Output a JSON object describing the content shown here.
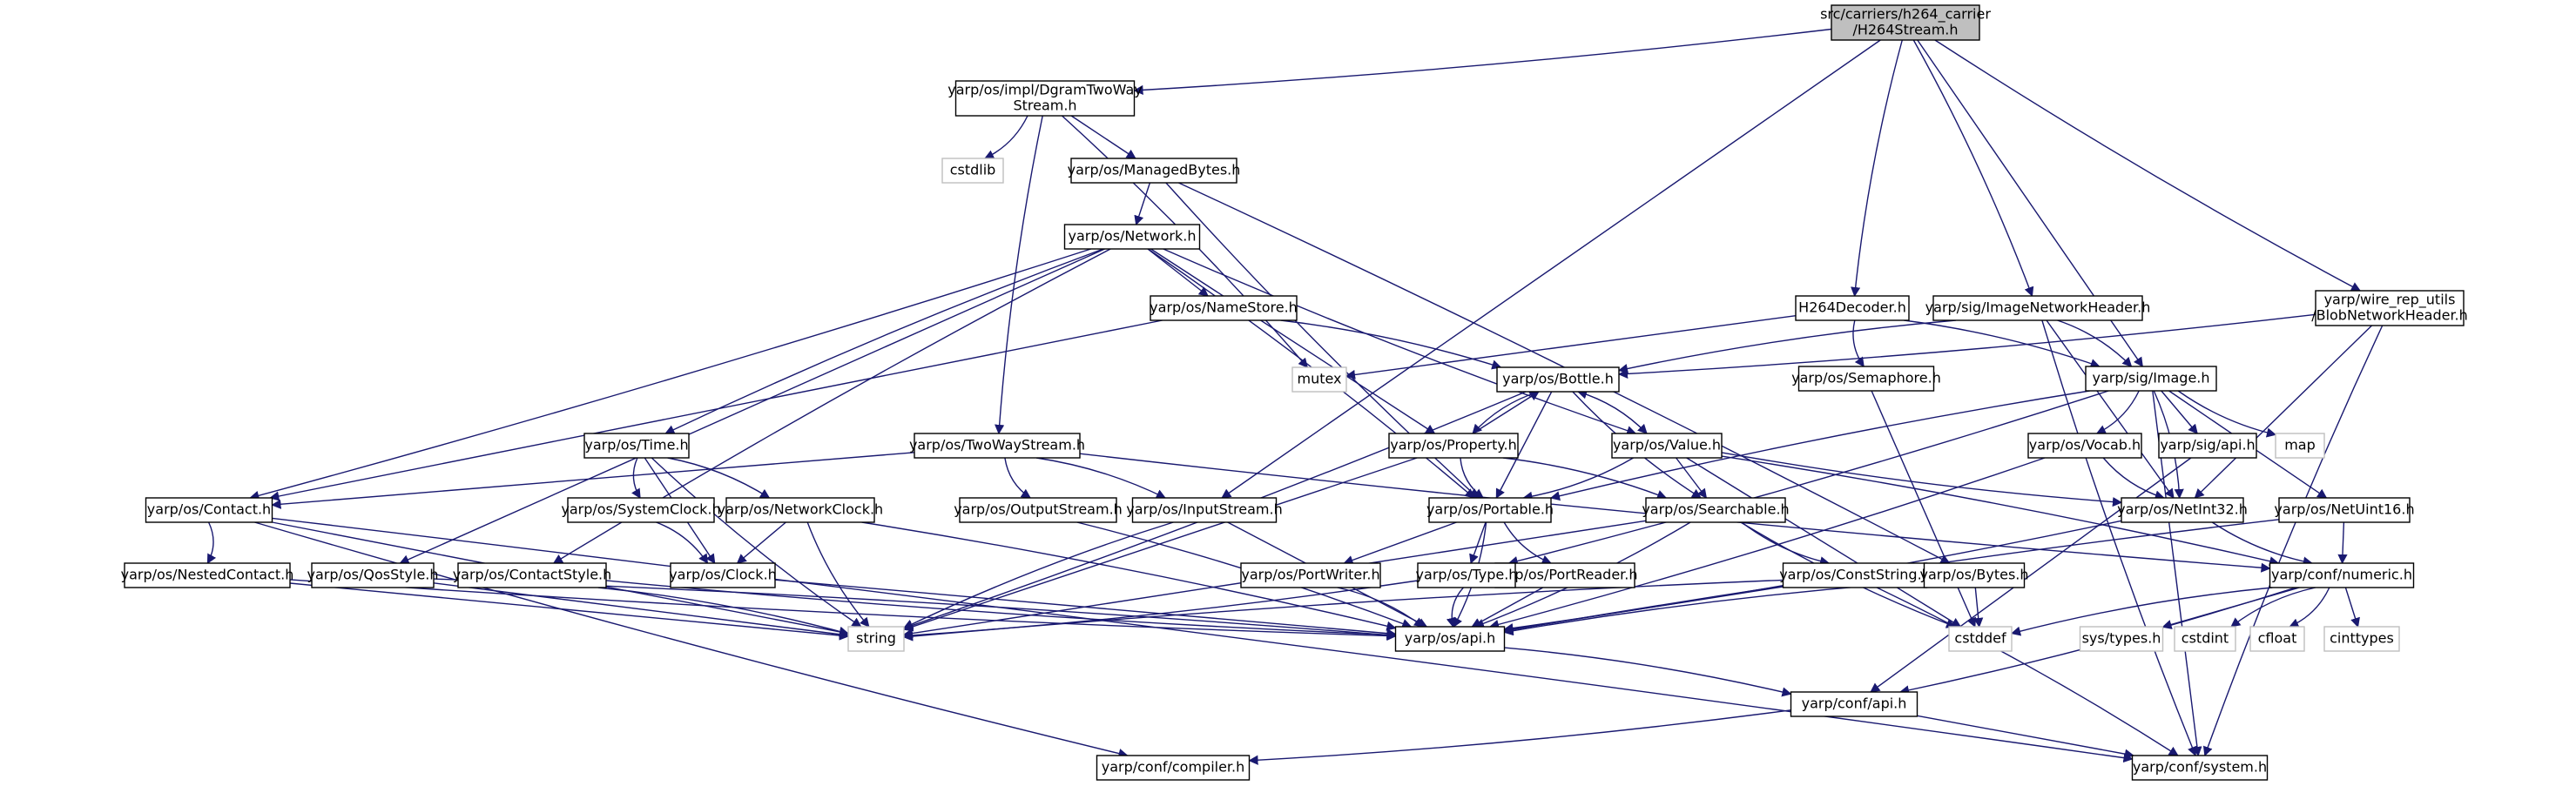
{
  "diagram": {
    "nodes": [
      {
        "id": "root",
        "lines": [
          "src/carriers/h264_carrier",
          "/H264Stream.h"
        ],
        "style": "root"
      },
      {
        "id": "dgram",
        "lines": [
          "yarp/os/impl/DgramTwoWay",
          "Stream.h"
        ],
        "style": "normal"
      },
      {
        "id": "cstdlib",
        "lines": [
          "cstdlib"
        ],
        "style": "external"
      },
      {
        "id": "managedbytes",
        "lines": [
          "yarp/os/ManagedBytes.h"
        ],
        "style": "normal"
      },
      {
        "id": "network",
        "lines": [
          "yarp/os/Network.h"
        ],
        "style": "normal"
      },
      {
        "id": "namestore",
        "lines": [
          "yarp/os/NameStore.h"
        ],
        "style": "normal"
      },
      {
        "id": "mutex",
        "lines": [
          "mutex"
        ],
        "style": "external"
      },
      {
        "id": "bottle",
        "lines": [
          "yarp/os/Bottle.h"
        ],
        "style": "normal"
      },
      {
        "id": "property",
        "lines": [
          "yarp/os/Property.h"
        ],
        "style": "normal"
      },
      {
        "id": "value",
        "lines": [
          "yarp/os/Value.h"
        ],
        "style": "normal"
      },
      {
        "id": "time",
        "lines": [
          "yarp/os/Time.h"
        ],
        "style": "normal"
      },
      {
        "id": "systemclock",
        "lines": [
          "yarp/os/SystemClock.h"
        ],
        "style": "normal"
      },
      {
        "id": "networkclock",
        "lines": [
          "yarp/os/NetworkClock.h"
        ],
        "style": "normal"
      },
      {
        "id": "clock",
        "lines": [
          "yarp/os/Clock.h"
        ],
        "style": "normal"
      },
      {
        "id": "twowaystream",
        "lines": [
          "yarp/os/TwoWayStream.h"
        ],
        "style": "normal"
      },
      {
        "id": "outputstream",
        "lines": [
          "yarp/os/OutputStream.h"
        ],
        "style": "normal"
      },
      {
        "id": "inputstream",
        "lines": [
          "yarp/os/InputStream.h"
        ],
        "style": "normal"
      },
      {
        "id": "contact",
        "lines": [
          "yarp/os/Contact.h"
        ],
        "style": "normal"
      },
      {
        "id": "nestedcontact",
        "lines": [
          "yarp/os/NestedContact.h"
        ],
        "style": "normal"
      },
      {
        "id": "qosstyle",
        "lines": [
          "yarp/os/QosStyle.h"
        ],
        "style": "normal"
      },
      {
        "id": "contactstyle",
        "lines": [
          "yarp/os/ContactStyle.h"
        ],
        "style": "normal"
      },
      {
        "id": "portable",
        "lines": [
          "yarp/os/Portable.h"
        ],
        "style": "normal"
      },
      {
        "id": "searchable",
        "lines": [
          "yarp/os/Searchable.h"
        ],
        "style": "normal"
      },
      {
        "id": "portwriter",
        "lines": [
          "yarp/os/PortWriter.h"
        ],
        "style": "normal"
      },
      {
        "id": "portreader",
        "lines": [
          "yarp/os/PortReader.h"
        ],
        "style": "normal"
      },
      {
        "id": "type",
        "lines": [
          "yarp/os/Type.h"
        ],
        "style": "normal"
      },
      {
        "id": "conststring",
        "lines": [
          "yarp/os/ConstString.h"
        ],
        "style": "normal"
      },
      {
        "id": "bytes",
        "lines": [
          "yarp/os/Bytes.h"
        ],
        "style": "normal"
      },
      {
        "id": "string",
        "lines": [
          "string"
        ],
        "style": "external"
      },
      {
        "id": "osapi",
        "lines": [
          "yarp/os/api.h"
        ],
        "style": "normal"
      },
      {
        "id": "cstddef",
        "lines": [
          "cstddef"
        ],
        "style": "external"
      },
      {
        "id": "h264decoder",
        "lines": [
          "H264Decoder.h"
        ],
        "style": "normal"
      },
      {
        "id": "semaphore",
        "lines": [
          "yarp/os/Semaphore.h"
        ],
        "style": "normal"
      },
      {
        "id": "imagenetheader",
        "lines": [
          "yarp/sig/ImageNetworkHeader.h"
        ],
        "style": "normal"
      },
      {
        "id": "image",
        "lines": [
          "yarp/sig/Image.h"
        ],
        "style": "normal"
      },
      {
        "id": "vocab",
        "lines": [
          "yarp/os/Vocab.h"
        ],
        "style": "normal"
      },
      {
        "id": "sigapi",
        "lines": [
          "yarp/sig/api.h"
        ],
        "style": "normal"
      },
      {
        "id": "map",
        "lines": [
          "map"
        ],
        "style": "external"
      },
      {
        "id": "netint32",
        "lines": [
          "yarp/os/NetInt32.h"
        ],
        "style": "normal"
      },
      {
        "id": "netuint16",
        "lines": [
          "yarp/os/NetUint16.h"
        ],
        "style": "normal"
      },
      {
        "id": "blobheader",
        "lines": [
          "yarp/wire_rep_utils",
          "/BlobNetworkHeader.h"
        ],
        "style": "normal"
      },
      {
        "id": "numeric",
        "lines": [
          "yarp/conf/numeric.h"
        ],
        "style": "normal"
      },
      {
        "id": "systypes",
        "lines": [
          "sys/types.h"
        ],
        "style": "external"
      },
      {
        "id": "cstdint",
        "lines": [
          "cstdint"
        ],
        "style": "external"
      },
      {
        "id": "cfloat",
        "lines": [
          "cfloat"
        ],
        "style": "external"
      },
      {
        "id": "cinttypes",
        "lines": [
          "cinttypes"
        ],
        "style": "external"
      },
      {
        "id": "confapi",
        "lines": [
          "yarp/conf/api.h"
        ],
        "style": "normal"
      },
      {
        "id": "compiler",
        "lines": [
          "yarp/conf/compiler.h"
        ],
        "style": "normal"
      },
      {
        "id": "system",
        "lines": [
          "yarp/conf/system.h"
        ],
        "style": "normal"
      }
    ],
    "edges": [
      [
        "root",
        "dgram"
      ],
      [
        "root",
        "inputstream"
      ],
      [
        "root",
        "h264decoder"
      ],
      [
        "root",
        "imagenetheader"
      ],
      [
        "root",
        "image"
      ],
      [
        "root",
        "blobheader"
      ],
      [
        "dgram",
        "cstdlib"
      ],
      [
        "dgram",
        "managedbytes"
      ],
      [
        "dgram",
        "twowaystream"
      ],
      [
        "dgram",
        "mutex"
      ],
      [
        "managedbytes",
        "network"
      ],
      [
        "managedbytes",
        "portable"
      ],
      [
        "managedbytes",
        "bytes"
      ],
      [
        "network",
        "namestore"
      ],
      [
        "network",
        "time"
      ],
      [
        "network",
        "contact"
      ],
      [
        "network",
        "qosstyle"
      ],
      [
        "network",
        "contactstyle"
      ],
      [
        "network",
        "portable"
      ],
      [
        "network",
        "property"
      ],
      [
        "network",
        "value"
      ],
      [
        "namestore",
        "bottle"
      ],
      [
        "namestore",
        "contact"
      ],
      [
        "bottle",
        "property"
      ],
      [
        "bottle",
        "value"
      ],
      [
        "bottle",
        "portable"
      ],
      [
        "bottle",
        "searchable"
      ],
      [
        "bottle",
        "string"
      ],
      [
        "property",
        "bottle"
      ],
      [
        "property",
        "portable"
      ],
      [
        "property",
        "searchable"
      ],
      [
        "property",
        "string"
      ],
      [
        "value",
        "bottle"
      ],
      [
        "value",
        "portable"
      ],
      [
        "value",
        "searchable"
      ],
      [
        "value",
        "netint32"
      ],
      [
        "value",
        "numeric"
      ],
      [
        "value",
        "cstddef"
      ],
      [
        "time",
        "systemclock"
      ],
      [
        "time",
        "networkclock"
      ],
      [
        "time",
        "clock"
      ],
      [
        "time",
        "string"
      ],
      [
        "systemclock",
        "clock"
      ],
      [
        "networkclock",
        "clock"
      ],
      [
        "networkclock",
        "string"
      ],
      [
        "networkclock",
        "osapi"
      ],
      [
        "clock",
        "osapi"
      ],
      [
        "twowaystream",
        "outputstream"
      ],
      [
        "twowaystream",
        "inputstream"
      ],
      [
        "twowaystream",
        "contact"
      ],
      [
        "twowaystream",
        "numeric"
      ],
      [
        "outputstream",
        "osapi"
      ],
      [
        "inputstream",
        "osapi"
      ],
      [
        "inputstream",
        "string"
      ],
      [
        "contact",
        "nestedcontact"
      ],
      [
        "contact",
        "string"
      ],
      [
        "contact",
        "compiler"
      ],
      [
        "contact",
        "system"
      ],
      [
        "nestedcontact",
        "string"
      ],
      [
        "nestedcontact",
        "osapi"
      ],
      [
        "qosstyle",
        "osapi"
      ],
      [
        "qosstyle",
        "string"
      ],
      [
        "contactstyle",
        "osapi"
      ],
      [
        "contactstyle",
        "string"
      ],
      [
        "portable",
        "portwriter"
      ],
      [
        "portable",
        "portreader"
      ],
      [
        "portable",
        "osapi"
      ],
      [
        "portable",
        "type"
      ],
      [
        "searchable",
        "conststring"
      ],
      [
        "searchable",
        "osapi"
      ],
      [
        "searchable",
        "string"
      ],
      [
        "searchable",
        "cstddef"
      ],
      [
        "portwriter",
        "osapi"
      ],
      [
        "portreader",
        "osapi"
      ],
      [
        "type",
        "osapi"
      ],
      [
        "type",
        "string"
      ],
      [
        "conststring",
        "osapi"
      ],
      [
        "conststring",
        "string"
      ],
      [
        "conststring",
        "system"
      ],
      [
        "bytes",
        "cstddef"
      ],
      [
        "bytes",
        "osapi"
      ],
      [
        "osapi",
        "confapi"
      ],
      [
        "h264decoder",
        "mutex"
      ],
      [
        "h264decoder",
        "semaphore"
      ],
      [
        "h264decoder",
        "image"
      ],
      [
        "semaphore",
        "cstddef"
      ],
      [
        "imagenetheader",
        "bottle"
      ],
      [
        "imagenetheader",
        "image"
      ],
      [
        "imagenetheader",
        "netint32"
      ],
      [
        "imagenetheader",
        "system"
      ],
      [
        "image",
        "vocab"
      ],
      [
        "image",
        "sigapi"
      ],
      [
        "image",
        "map"
      ],
      [
        "image",
        "netint32"
      ],
      [
        "image",
        "netuint16"
      ],
      [
        "image",
        "portable"
      ],
      [
        "image",
        "type"
      ],
      [
        "image",
        "system"
      ],
      [
        "vocab",
        "netint32"
      ],
      [
        "vocab",
        "osapi"
      ],
      [
        "sigapi",
        "confapi"
      ],
      [
        "netint32",
        "numeric"
      ],
      [
        "netint32",
        "osapi"
      ],
      [
        "netuint16",
        "numeric"
      ],
      [
        "netuint16",
        "osapi"
      ],
      [
        "blobheader",
        "bottle"
      ],
      [
        "blobheader",
        "netint32"
      ],
      [
        "blobheader",
        "system"
      ],
      [
        "numeric",
        "confapi"
      ],
      [
        "numeric",
        "systypes"
      ],
      [
        "numeric",
        "cstdint"
      ],
      [
        "numeric",
        "cfloat"
      ],
      [
        "numeric",
        "cinttypes"
      ],
      [
        "numeric",
        "cstddef"
      ],
      [
        "confapi",
        "compiler"
      ],
      [
        "confapi",
        "system"
      ]
    ]
  }
}
